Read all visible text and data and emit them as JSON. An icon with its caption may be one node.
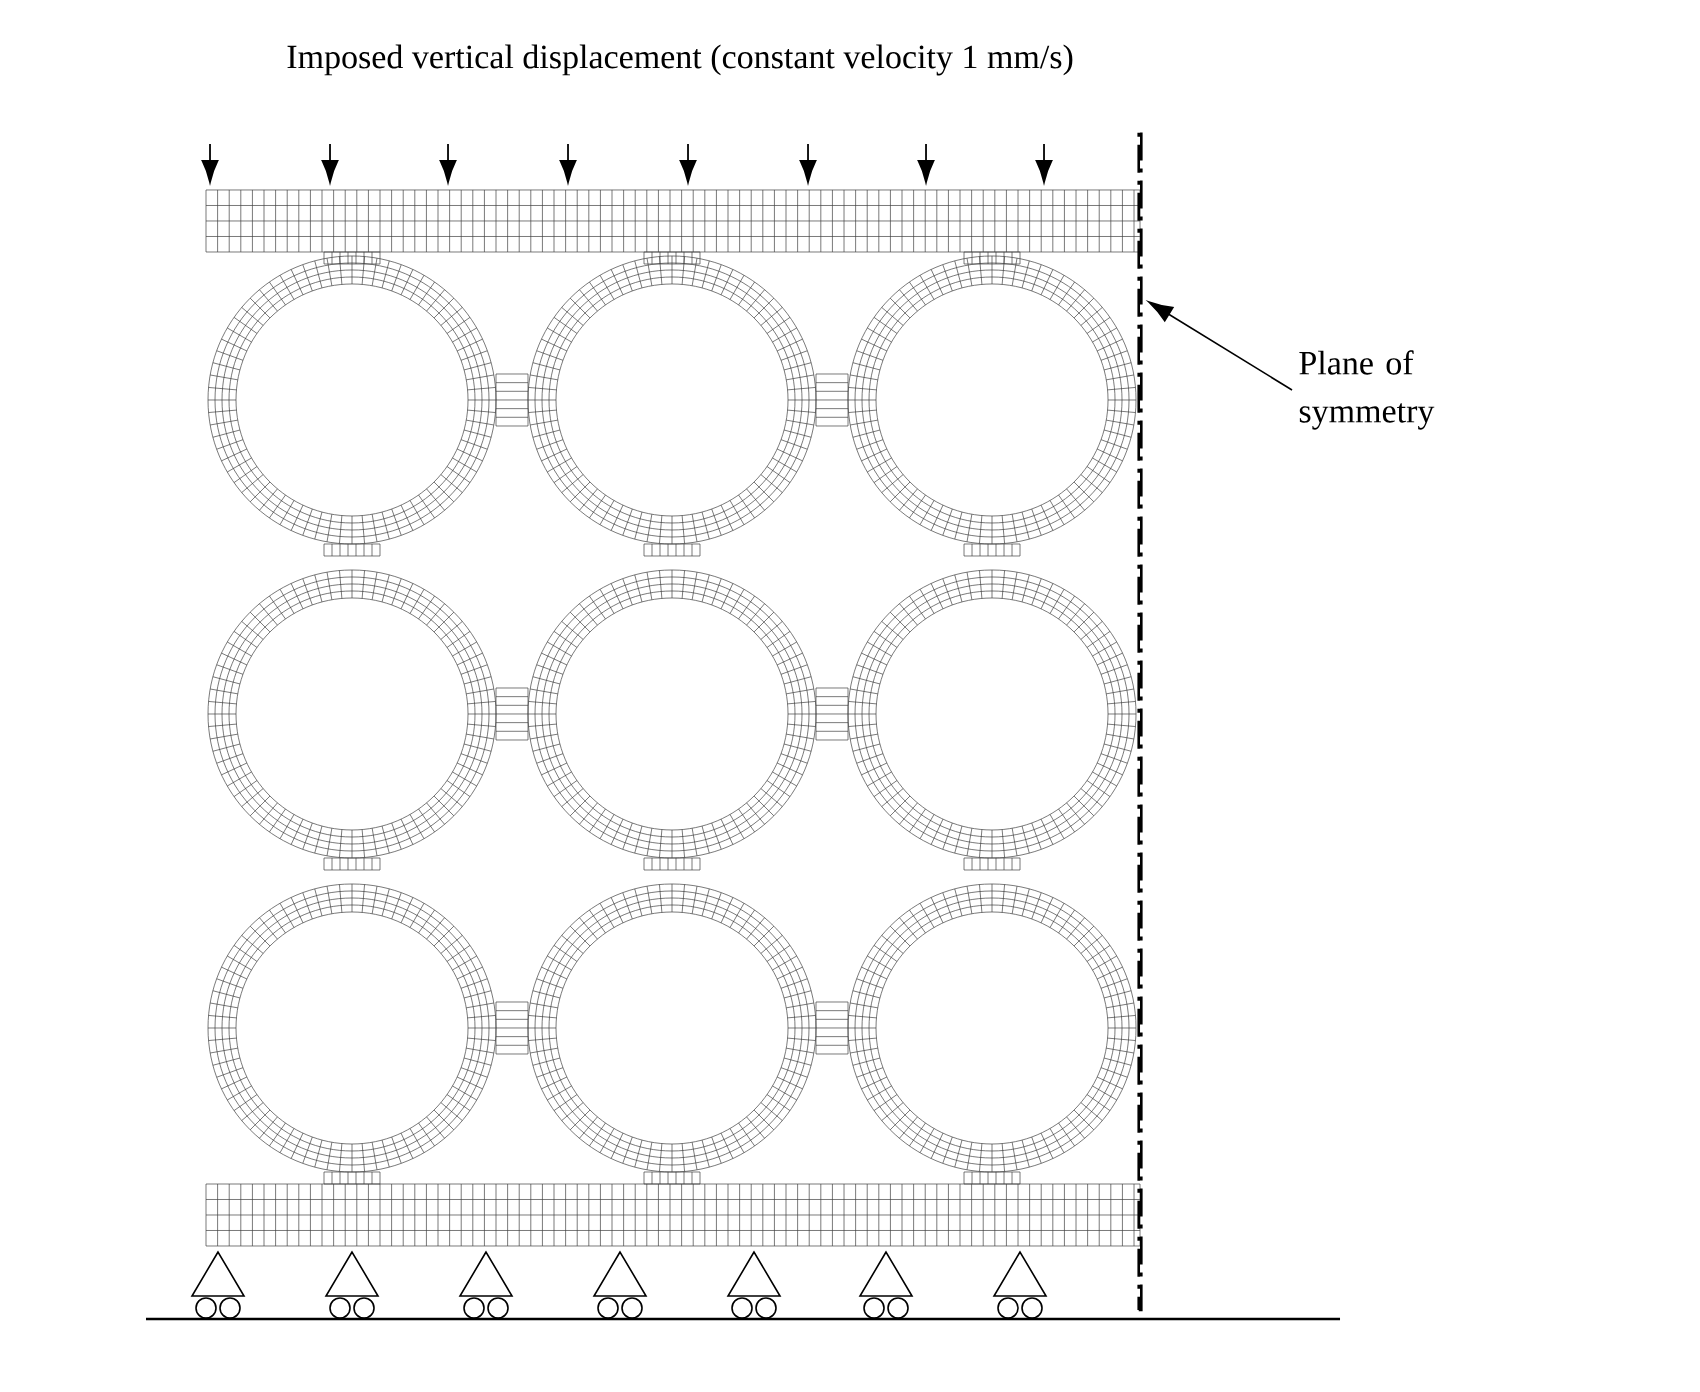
{
  "diagram": {
    "nodes": [
      {
        "text": [
          "Plane of symmetry"
        ]
      },
      {
        "text": [],
        "shape": "line"
      }
    ],
    "edges": [
      {
        "from": 0,
        "to": 1,
        "arrow": "to"
      }
    ],
    "labels": [
      "Imposed vertical displacement (constant velocity 1 mm/s)"
    ]
  }
}
